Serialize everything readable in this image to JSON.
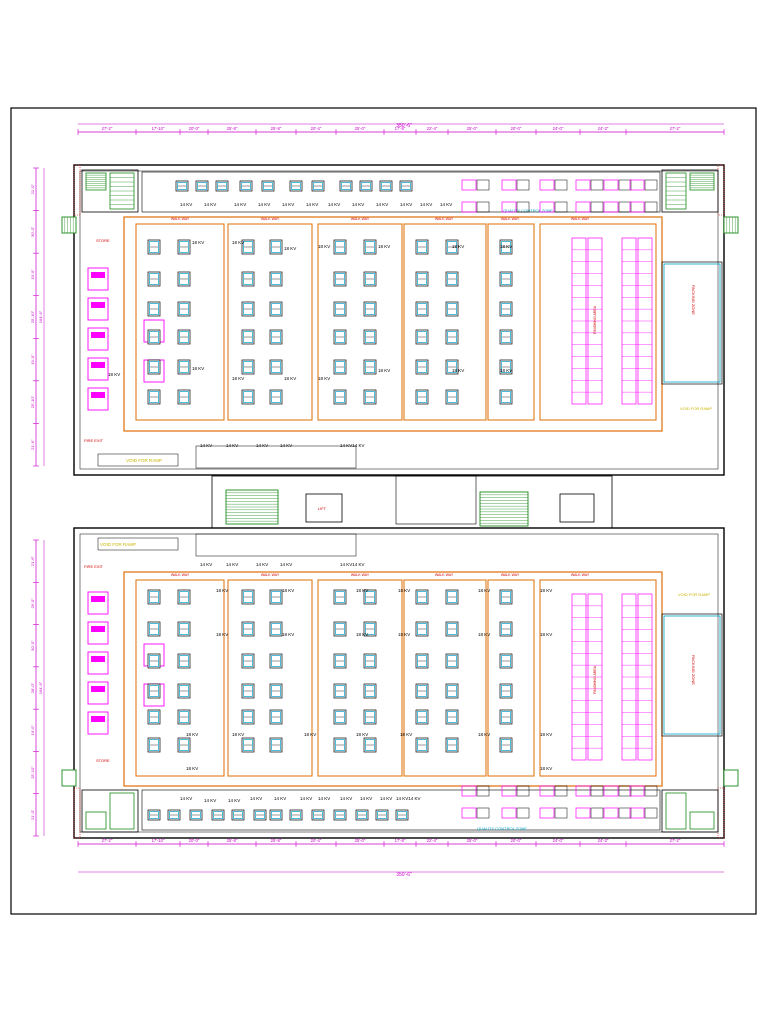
{
  "colors": {
    "wall": "#000000",
    "aisle": "#e07a1a",
    "dim": "#cc00cc",
    "machine": "#00a0c8",
    "label_red": "#d40000",
    "label_yellow": "#c8b400",
    "stair": "#1a8a1a",
    "pink": "#ff00ff"
  },
  "dimensions": {
    "segments": [
      "27'-2\"",
      "17'-10\"",
      "20'-0\"",
      "25'-8\"",
      "25'-8\"",
      "20'-4\"",
      "25'-0\"",
      "17'-8\"",
      "22'-4\"",
      "25'-0\"",
      "20'-0\"",
      "24'-0\"",
      "24'-3\"",
      "27'-2\""
    ],
    "total": "350'-6\"",
    "side_top": [
      "21'-0\"",
      "30'-0\"",
      "19'-0\"",
      "25'-10\"",
      "19'-0\"",
      "25'-10\"",
      "21'-6\""
    ],
    "side_top_total": "164'-6\"",
    "side_bottom": [
      "21'-6\"",
      "29'-0\"",
      "30'-0\"",
      "28'-0\"",
      "19'-0\"",
      "25'-10\"",
      "21'-0\""
    ],
    "side_bottom_total": "164'-6\""
  },
  "labels": {
    "kv14": "14 KV",
    "kv18": "18 KV",
    "kv14x2": "14 KV14 KV",
    "quality_zone": "QUALITY CONTROL ZONE",
    "void": "VOID FOR RAMP",
    "walk": "WALK WAY",
    "fire": "FIRE EXIT",
    "packing": "PACKING ZONE",
    "finish": "FINISHING AREA",
    "store": "STORE",
    "lift": "LIFT"
  }
}
